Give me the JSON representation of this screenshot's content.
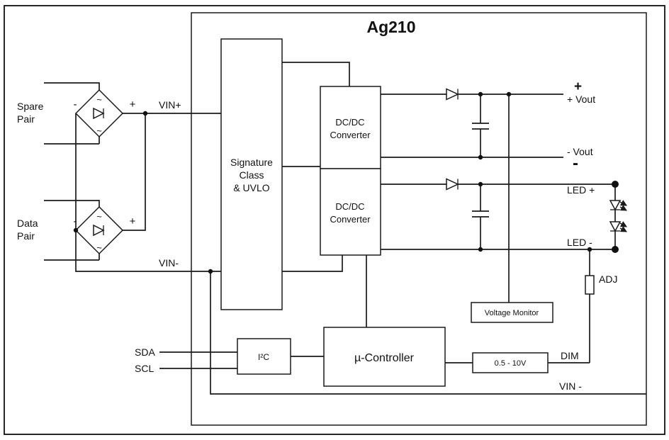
{
  "title": "Ag210",
  "colors": {
    "line": "#1a1a1a",
    "background": "#ffffff"
  },
  "left": {
    "spare_pair": [
      "Spare",
      "Pair"
    ],
    "data_pair": [
      "Data",
      "Pair"
    ],
    "ac": "~",
    "plus": "+",
    "minus": "-",
    "vin_plus": "VIN+",
    "vin_minus": "VIN-",
    "sda": "SDA",
    "scl": "SCL"
  },
  "blocks": {
    "signature": [
      "Signature",
      "Class",
      "& UVLO"
    ],
    "dcdc1": [
      "DC/DC",
      "Converter"
    ],
    "dcdc2": [
      "DC/DC",
      "Converter"
    ],
    "voltage_monitor": "Voltage Monitor",
    "i2c": "I²C",
    "mcu": "µ-Controller",
    "dim_range": "0.5 - 10V"
  },
  "pins": {
    "vout_plus_sign": "+",
    "vout_plus": "+ Vout",
    "vout_minus": "- Vout",
    "vout_minus_sign": "-",
    "led_plus": "LED +",
    "led_minus": "LED -",
    "adj": "ADJ",
    "dim": "DIM",
    "vin_minus": "VIN -"
  }
}
